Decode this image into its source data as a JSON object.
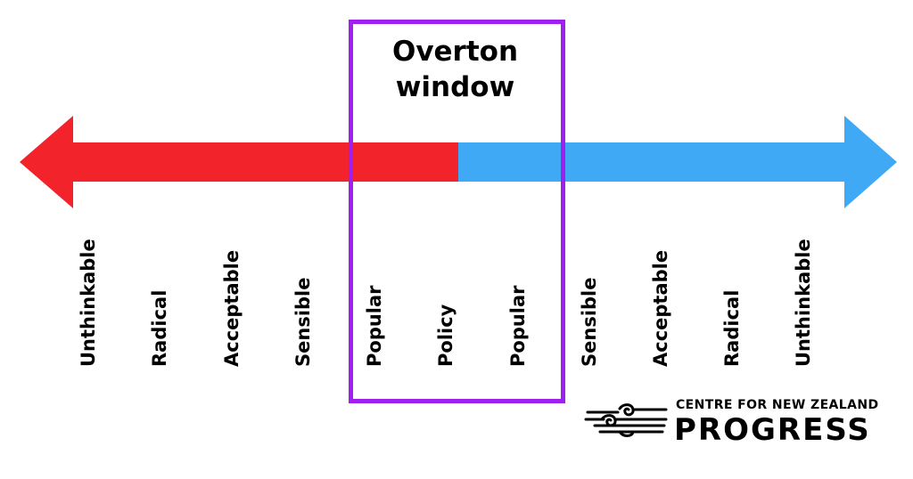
{
  "title": {
    "line1": "Overton",
    "line2": "window"
  },
  "spectrum": {
    "left_color": "#f2232a",
    "right_color": "#3fa9f5",
    "window_color": "#a020f0",
    "labels": [
      "Unthinkable",
      "Radical",
      "Acceptable",
      "Sensible",
      "Popular",
      "Policy",
      "Popular",
      "Sensible",
      "Acceptable",
      "Radical",
      "Unthinkable"
    ]
  },
  "logo": {
    "line1": "CENTRE FOR NEW ZEALAND",
    "line2": "PROGRESS",
    "mark_icon": "wind-swirl-icon"
  }
}
